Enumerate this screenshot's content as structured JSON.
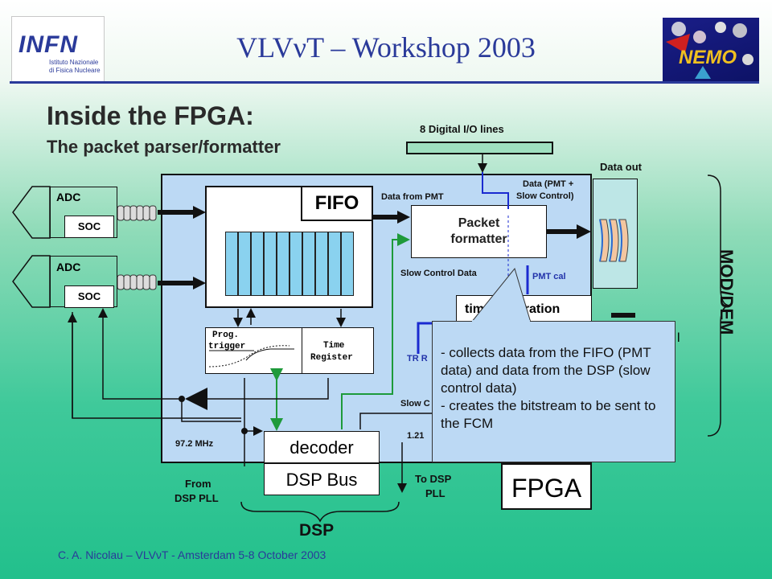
{
  "header": {
    "title": "VLVνT – Workshop 2003",
    "logo_left_text": "INFN",
    "logo_left_sub1": "Istituto Nazionale",
    "logo_left_sub2": "di Fisica Nucleare",
    "logo_right_text": "NEMO"
  },
  "slide": {
    "title": "Inside the FPGA:",
    "subtitle": "The packet parser/formatter"
  },
  "diagram": {
    "io_lines_label": "8 Digital I/O lines",
    "data_out_label": "Data out",
    "adc1_label": "ADC",
    "soc1_label": "SOC",
    "adc2_label": "ADC",
    "soc2_label": "SOC",
    "fifo_label": "FIFO",
    "data_from_pmt_label": "Data from PMT",
    "data_pmt_slow_label_1": "Data (PMT +",
    "data_pmt_slow_label_2": "Slow Control)",
    "packet_formatter_1": "Packet",
    "packet_formatter_2": "formatter",
    "slow_control_data_label": "Slow Control Data",
    "pmt_cal_label": "PMT cal",
    "time_calibration_label": "time calibration",
    "prog_trigger_1": "Prog.",
    "prog_trigger_2": "trigger",
    "time_register_1": "Time",
    "time_register_2": "Register",
    "tr_label": "TR R",
    "slow_label": "Slow C",
    "rl_label": "l",
    "freq_label": "97.2 MHz",
    "freq2_label": "1.21",
    "decoder_label": "decoder",
    "dsp_bus_label": "DSP Bus",
    "fpga_label": "FPGA",
    "from_dsp_pll_1": "From",
    "from_dsp_pll_2": "DSP PLL",
    "to_dsp_pll_1": "To DSP",
    "to_dsp_pll_2": "PLL",
    "dsp_label": "DSP",
    "mod_dem_label": "MOD/DEM"
  },
  "callout": {
    "line1": "- collects data from the FIFO (PMT data) and data from the DSP (slow control data)",
    "line2": "- creates the bitstream to be sent to the FCM"
  },
  "footer": {
    "text": "C. A. Nicolau – VLVνT - Amsterdam 5-8 October 2003"
  },
  "colors": {
    "title_blue": "#2a3a9a",
    "fpga_bg": "#bcd9f4",
    "fifo_slot": "#8ad2ef",
    "wire_green": "#1e9a3a",
    "wire_blue": "#1a2ad0"
  }
}
